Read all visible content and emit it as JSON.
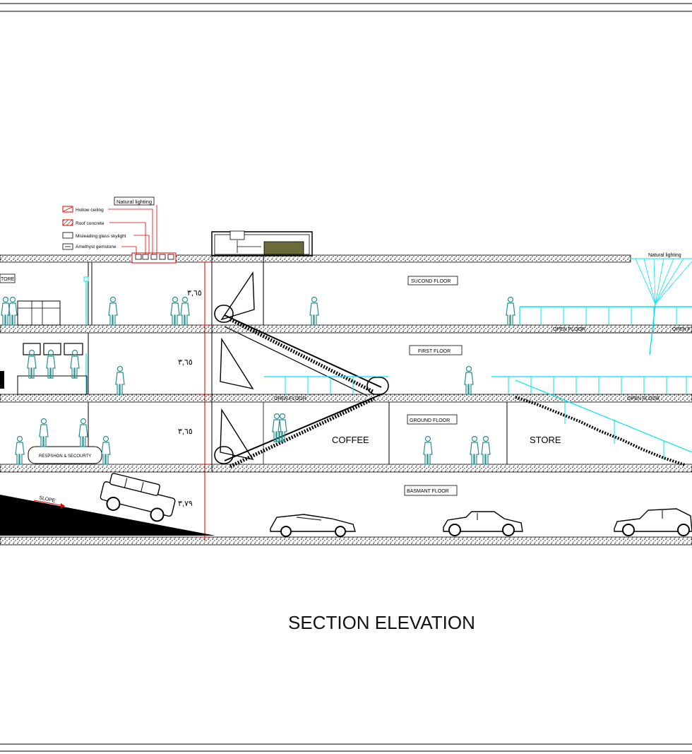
{
  "title": "SECTION ELEVATION",
  "legend": {
    "header": "Natural lighting",
    "items": [
      {
        "label": "Hollow ceiling"
      },
      {
        "label": "Roof concrete"
      },
      {
        "label": "Misleading glass skylight"
      },
      {
        "label": "Amethyst gemstone"
      }
    ]
  },
  "labels": {
    "store_left": "TORE",
    "natural_lighting_right": "Natural lighting",
    "second_floor": "SUCOND FLOOR",
    "first_floor": "FIRST FLOOR",
    "ground_floor": "GROUND FLOOR",
    "basement_floor": "BASMANT FLOOR",
    "open_floor_2a": "OPEN FLOOR",
    "open_floor_2b": "OPEN F",
    "open_floor_1a": "OPEN FLOOR",
    "open_floor_1b": "OPEN FLOOR",
    "coffee": "COFFEE",
    "store": "STORE",
    "reception": "RESPSHON & SECOURTY",
    "slope": "SLOPE"
  },
  "dimensions": {
    "d1": "٣,٦٥",
    "d2": "٣,٦٥",
    "d3": "٣,٦٥",
    "d4": "٣,٧٩"
  },
  "colors": {
    "line": "#000000",
    "people": "#2b8f8f",
    "glass": "#00e5ee",
    "dimension": "#d40000",
    "legend_red": "#e00000",
    "roof_box": "#6b6b3a"
  }
}
